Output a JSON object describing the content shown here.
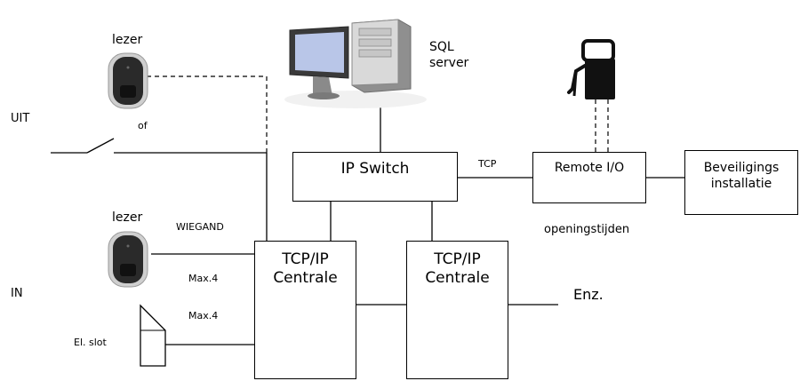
{
  "labels": {
    "lezer_top": "lezer",
    "uit": "UIT",
    "of": "of",
    "lezer_bottom": "lezer",
    "wiegand": "WIEGAND",
    "max4_a": "Max.4",
    "in": "IN",
    "max4_b": "Max.4",
    "el_slot": "El. slot",
    "sql_server": "SQL\nserver",
    "tcp": "TCP",
    "openingstijden": "openingstijden",
    "enz": "Enz."
  },
  "boxes": {
    "ip_switch": "IP Switch",
    "remote_io": "Remote I/O",
    "beveiliging": "Beveiligings\ninstallatie",
    "centrale_1": "TCP/IP\nCentrale",
    "centrale_2": "TCP/IP\nCentrale"
  },
  "icons": {
    "reader_top": "card-reader-icon",
    "reader_bottom": "card-reader-icon",
    "lock": "door-lock-icon",
    "computer": "computer-server-icon",
    "pump": "fuel-pump-icon"
  },
  "colors": {
    "line": "#000000",
    "reader_body": "#2a2a2a",
    "monitor_screen": "#b9c6e8"
  }
}
